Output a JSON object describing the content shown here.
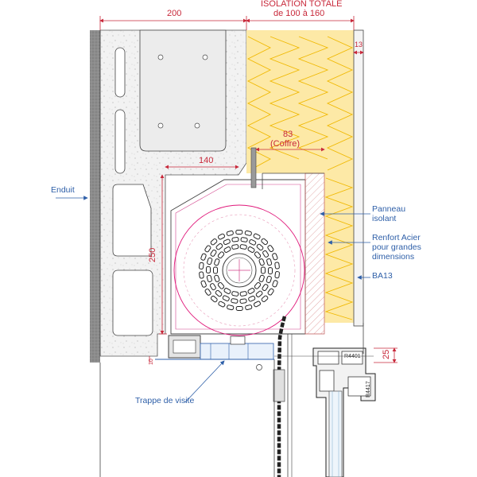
{
  "dimensions": {
    "d200": "200",
    "isolation_title": "ISOLATION TOTALE",
    "isolation_range": "de 100 à 160",
    "d13": "13",
    "d83": "83",
    "coffre": "(Coffre)",
    "d140": "140",
    "d250": "250",
    "d25": "25",
    "d10": "10"
  },
  "labels": {
    "enduit": "Enduit",
    "panneau_l1": "Panneau",
    "panneau_l2": "isolant",
    "renfort_l1": "Renfort Acier",
    "renfort_l2": "pour grandes",
    "renfort_l3": "dimensions",
    "ba13": "BA13",
    "trappe": "Trappe de visite",
    "r4401": "R4401",
    "r4417": "R4417"
  },
  "colors": {
    "dimension": "#c8283a",
    "annotation": "#2e5fa8",
    "insulation": "#fde9a6",
    "insulation_lines": "#f0b800",
    "concrete": "#f3f3f3",
    "roller": "#e0187a"
  }
}
